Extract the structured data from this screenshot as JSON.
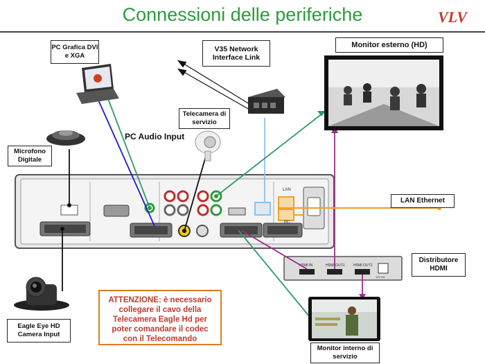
{
  "title": "Connessioni delle periferiche",
  "logo_text": "VLV",
  "labels": {
    "pc_grafica": "PC Grafica DVI e XGA",
    "v35": "V35 Network Interface Link",
    "monitor_esterno": "Monitor esterno  (HD)",
    "telecamera_servizio": "Telecamera di servizio",
    "pc_audio": "PC Audio Input",
    "microfono": "Microfono Digitale",
    "lan": "LAN Ethernet",
    "distributore": "Distributore HDMI",
    "eagle_eye": "Eagle Eye HD Camera Input",
    "monitor_interno": "Monitor interno di servizio"
  },
  "attention": {
    "line1": "ATTENZIONE: è necessario",
    "line2": "collegare il cavo della",
    "line3": "Telecamera Eagle Hd per",
    "line4": "poter comandare il codec",
    "line5": "con il Telecomando"
  },
  "codec_ports": {
    "lan_label": "LAN",
    "pc_label": "PC",
    "hdmi_in": "HDMI IN",
    "hdmi_out1": "HDMI OUT1",
    "hdmi_out2": "HDMI OUT2",
    "power": "12V DC"
  },
  "colors": {
    "title_green": "#2e9a3c",
    "cable_blue": "#1a1acf",
    "cable_green": "#2e9a6a",
    "cable_lightblue": "#8ec2ee",
    "cable_orange": "#f0a030",
    "cable_purple": "#a02a8a",
    "warning_border": "#e07a1c",
    "warning_text": "#c0392b"
  }
}
